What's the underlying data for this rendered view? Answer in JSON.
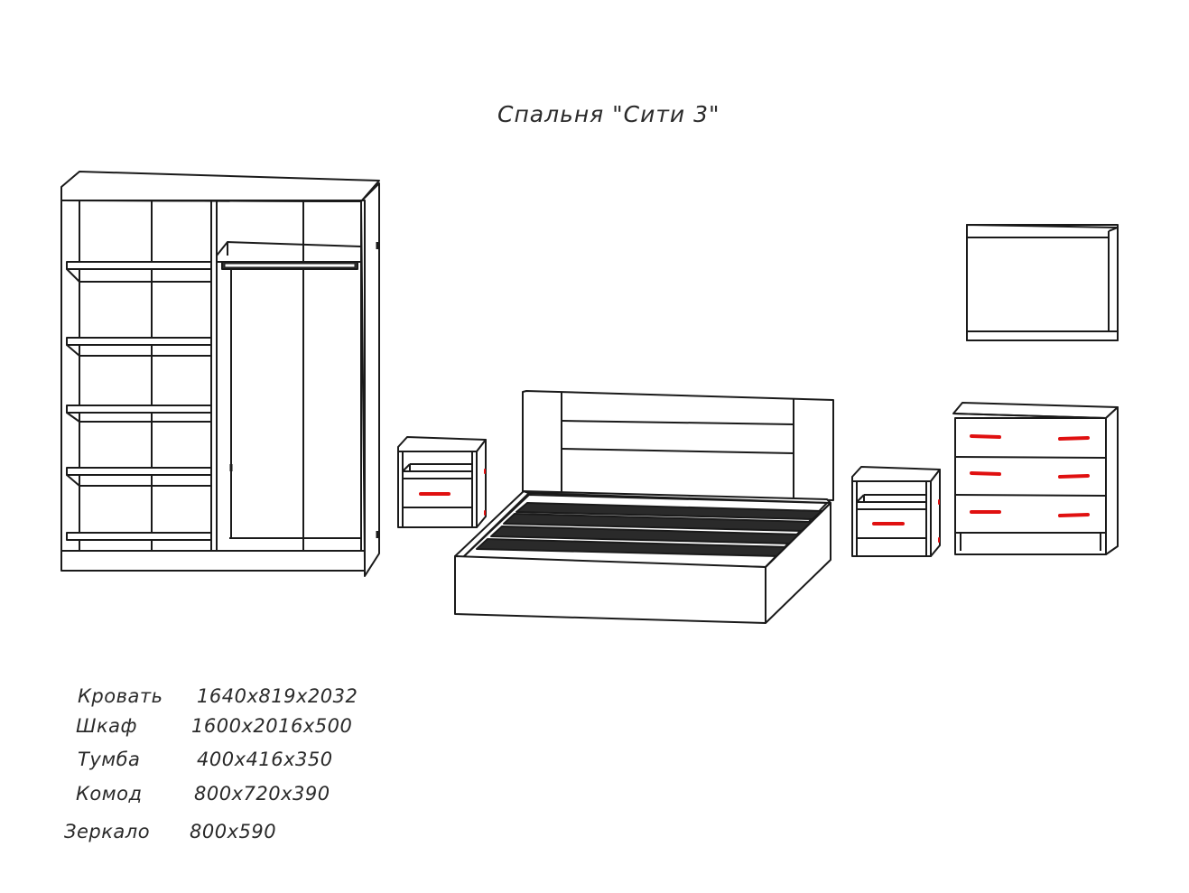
{
  "title": "Спальня \"Сити 3\"",
  "specs": [
    {
      "name": "Кровать",
      "dims": "1640х819х2032"
    },
    {
      "name": "Шкаф",
      "dims": "1600х2016х500"
    },
    {
      "name": "Тумба",
      "dims": "400х416х350"
    },
    {
      "name": "Комод",
      "dims": "800х720х390"
    },
    {
      "name": "Зеркало",
      "dims": "800х590"
    }
  ],
  "colors": {
    "line": "#1a1a1a",
    "handle": "#e01010",
    "background": "#ffffff"
  }
}
